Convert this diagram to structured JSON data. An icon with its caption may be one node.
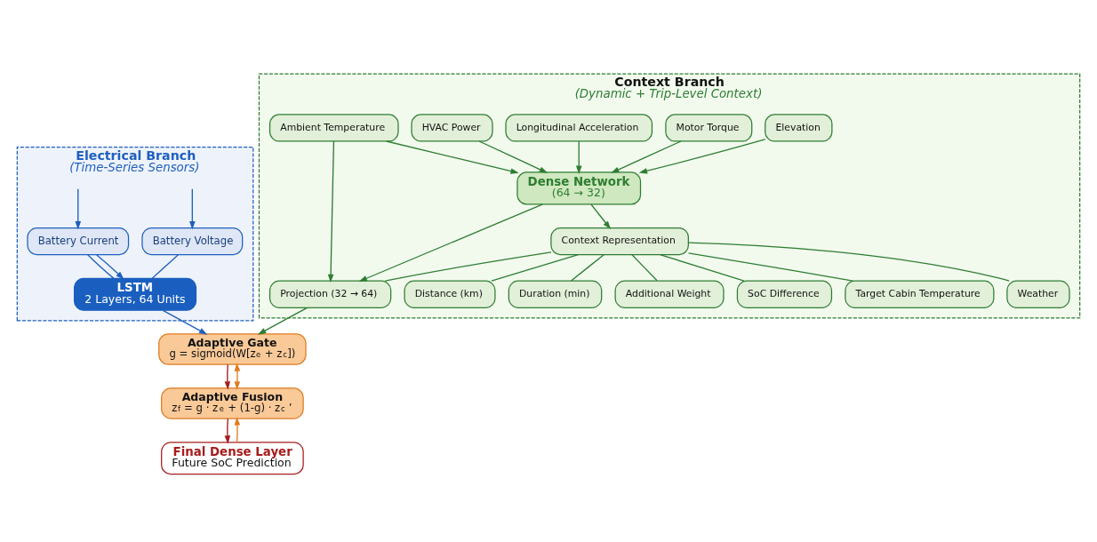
{
  "diagram": {
    "nodes": [
      {
        "text": [
          "Electrical Branch",
          "(Time-Series Sensors)"
        ]
      },
      {
        "text": [
          "Battery Voltage"
        ],
        "in": 0
      },
      {
        "text": [
          "Battery Current"
        ],
        "in": 0
      },
      {
        "text": [
          "LSTM",
          "2 Layers, 64 Units"
        ],
        "in": 0
      },
      {
        "text": [
          "Context Branch",
          "(Dynamic + Trip-Level Context)"
        ]
      },
      {
        "text": [
          "Elevation"
        ],
        "in": 4
      },
      {
        "text": [
          "Motor Torque"
        ],
        "in": 4
      },
      {
        "text": [
          "Longitudinal Acceleration"
        ],
        "in": 4
      },
      {
        "text": [
          "HVAC Power"
        ],
        "in": 4
      },
      {
        "text": [
          "Ambient Temperature"
        ],
        "in": 4
      },
      {
        "text": [
          "Dense Network",
          "(64 → 32)"
        ],
        "in": 4
      },
      {
        "text": [
          "Context Representation"
        ],
        "in": 4
      },
      {
        "text": [
          "Projection (32 → 64)"
        ],
        "in": 4
      },
      {
        "text": [
          "Weather"
        ],
        "in": 4
      },
      {
        "text": [
          "Distance (km)"
        ],
        "in": 4
      },
      {
        "text": [
          "Duration (min)"
        ],
        "in": 4
      },
      {
        "text": [
          "Additional Weight"
        ],
        "in": 4
      },
      {
        "text": [
          "SoC Difference"
        ],
        "in": 4
      },
      {
        "text": [
          "Target Cabin Temperature"
        ],
        "in": 4
      },
      {
        "text": [
          "Adaptive Gate",
          "g = sigmoid(W[z$_{e}$ + z$_{c}$])"
        ]
      },
      {
        "text": [
          "Adaptive Fusion",
          "z$_{f}$ = g · z$_{e}$ + (1-g) · z$_{c}$ ’"
        ]
      },
      {
        "text": [
          "Final Dense Layer",
          "Future SoC Prediction"
        ]
      }
    ],
    "edges": [
      {
        "from": null,
        "to": 1,
        "arrow": "to",
        "color": "#1f5fbf"
      },
      {
        "from": null,
        "to": 2,
        "arrow": "to",
        "color": "#1f5fbf"
      },
      {
        "from": 1,
        "to": 3,
        "arrow": "none",
        "color": "#1f5fbf"
      },
      {
        "from": 2,
        "to": 3,
        "arrow": "none",
        "color": "#1f5fbf"
      },
      {
        "from": 2,
        "to": 3,
        "arrow": "to",
        "color": "#1f5fbf"
      },
      {
        "from": 5,
        "to": 10,
        "arrow": "to"
      },
      {
        "from": 6,
        "to": 10,
        "arrow": "to"
      },
      {
        "from": 7,
        "to": 10,
        "arrow": "to"
      },
      {
        "from": 8,
        "to": 10,
        "arrow": "to"
      },
      {
        "from": 9,
        "to": 10,
        "arrow": "to"
      },
      {
        "from": 10,
        "to": 11,
        "arrow": "to"
      },
      {
        "from": 10,
        "to": 12,
        "arrow": "to"
      },
      {
        "from": 9,
        "to": 12,
        "arrow": "to"
      },
      {
        "from": 11,
        "to": 12,
        "arrow": "none"
      },
      {
        "from": 11,
        "to": 13,
        "arrow": "none"
      },
      {
        "from": 11,
        "to": 14,
        "arrow": "none"
      },
      {
        "from": 11,
        "to": 15,
        "arrow": "none"
      },
      {
        "from": 11,
        "to": 16,
        "arrow": "none"
      },
      {
        "from": 11,
        "to": 17,
        "arrow": "none"
      },
      {
        "from": 11,
        "to": 18,
        "arrow": "none"
      },
      {
        "from": 3,
        "to": 19,
        "arrow": "to",
        "color": "#1f5fbf"
      },
      {
        "from": 12,
        "to": 19,
        "arrow": "to"
      },
      {
        "from": 19,
        "to": 20,
        "arrow": "to",
        "color": "#a61c1c"
      },
      {
        "from": 19,
        "to": 20,
        "arrow": "both",
        "color": "#e07b20"
      },
      {
        "from": 20,
        "to": 21,
        "arrow": "to",
        "color": "#a61c1c"
      },
      {
        "from": 21,
        "to": 20,
        "arrow": "to",
        "color": "#e07b20"
      }
    ]
  }
}
